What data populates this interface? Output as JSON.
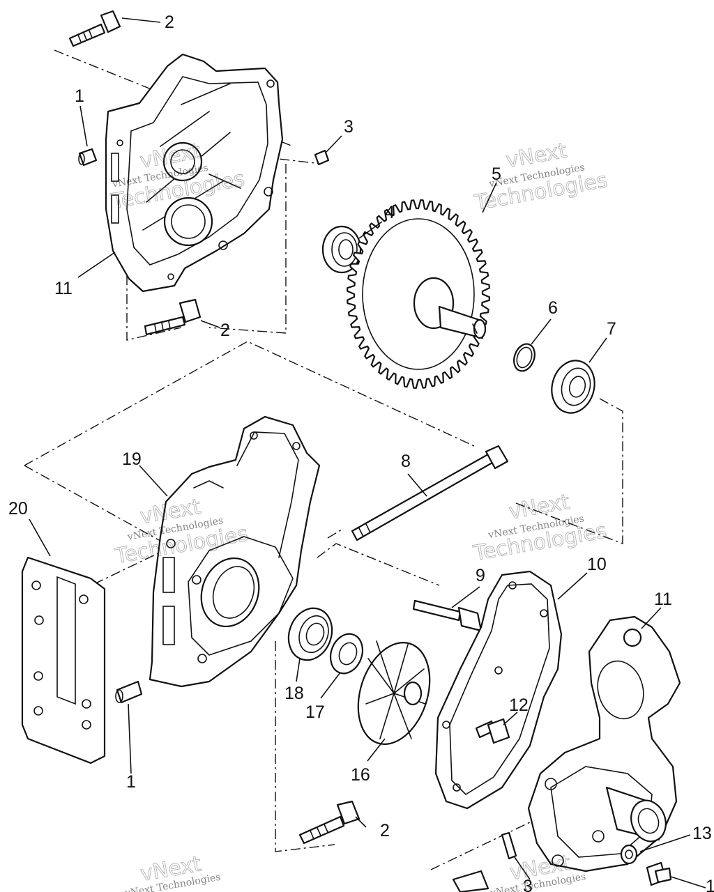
{
  "diagram": {
    "callouts": [
      {
        "id": "c-2a",
        "text": "2"
      },
      {
        "id": "c-1a",
        "text": "1"
      },
      {
        "id": "c-3a",
        "text": "3"
      },
      {
        "id": "c-5",
        "text": "5"
      },
      {
        "id": "c-4",
        "text": "4"
      },
      {
        "id": "c-11a",
        "text": "11"
      },
      {
        "id": "c-2b",
        "text": "2"
      },
      {
        "id": "c-6",
        "text": "6"
      },
      {
        "id": "c-7",
        "text": "7"
      },
      {
        "id": "c-8",
        "text": "8"
      },
      {
        "id": "c-19",
        "text": "19"
      },
      {
        "id": "c-20",
        "text": "20"
      },
      {
        "id": "c-9",
        "text": "9"
      },
      {
        "id": "c-10",
        "text": "10"
      },
      {
        "id": "c-11b",
        "text": "11"
      },
      {
        "id": "c-18",
        "text": "18"
      },
      {
        "id": "c-17",
        "text": "17"
      },
      {
        "id": "c-12",
        "text": "12"
      },
      {
        "id": "c-16",
        "text": "16"
      },
      {
        "id": "c-1b",
        "text": "1"
      },
      {
        "id": "c-2c",
        "text": "2"
      },
      {
        "id": "c-13",
        "text": "13"
      },
      {
        "id": "c-1c",
        "text": "1"
      },
      {
        "id": "c-3b",
        "text": "3"
      }
    ]
  },
  "watermark": {
    "brand": "vNext",
    "line1": "vNext Technologies",
    "line2": "Technologies"
  }
}
